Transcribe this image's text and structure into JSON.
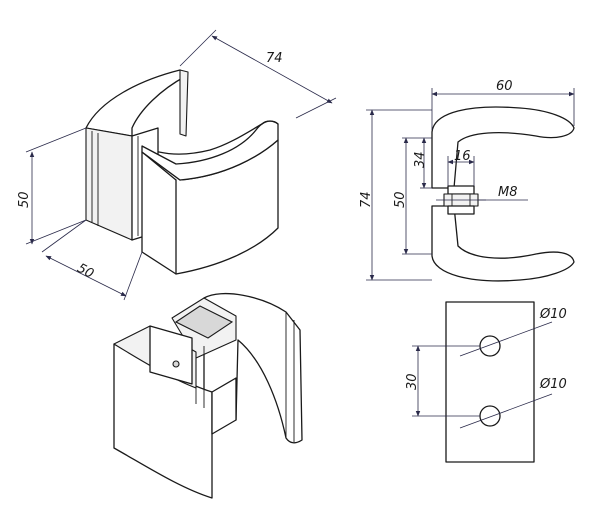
{
  "dimensions": {
    "iso_length": "74",
    "iso_height": "50",
    "iso_depth": "50",
    "side_width": "60",
    "side_total_height": "74",
    "side_inner_height": "50",
    "side_upper_height": "34",
    "side_boss_width": "16",
    "side_thread": "M8",
    "plate_hole_upper": "Ø10",
    "plate_hole_lower": "Ø10",
    "plate_hole_spacing": "30"
  },
  "colors": {
    "line": "#1a1a1a",
    "dimension": "#2a2a4a",
    "background": "#ffffff"
  }
}
